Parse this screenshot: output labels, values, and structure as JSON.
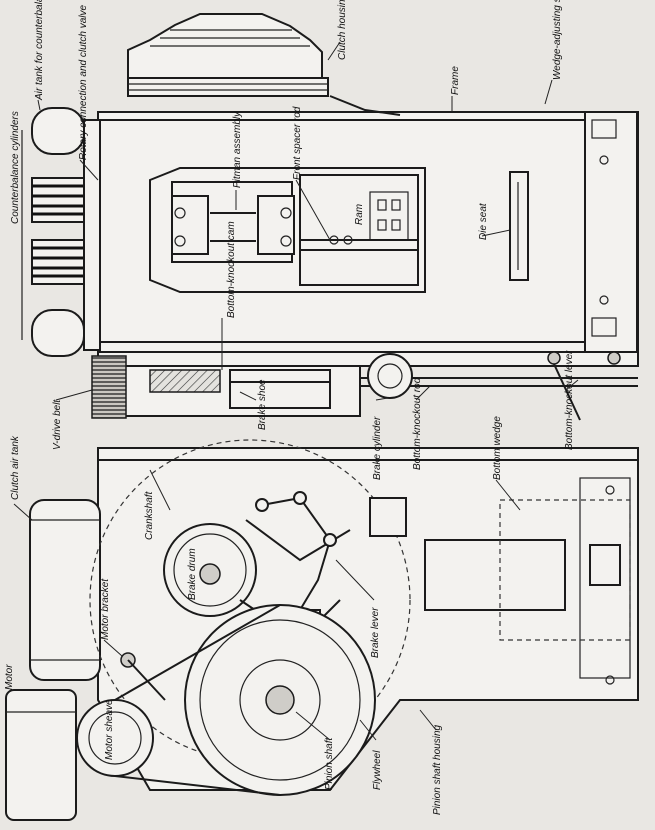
{
  "labels": {
    "clutch_housing": "Clutch housing",
    "frame": "Frame",
    "wedge_adjusting_screw": "Wedge-adjusting screw",
    "air_tank_counterbalance": "Air tank for counterbalance cylinders",
    "rotary_connection": "Rotary connection and clutch valve",
    "counterbalance_cylinders": "Counterbalance cylinders",
    "pitman_assembly": "Pitman assembly",
    "front_spacer_rod": "Front spacer rod",
    "ram": "Ram",
    "die_seat": "Die seat",
    "bottom_knockout_cam": "Bottom-knockout cam",
    "v_drive_belt": "V-drive belt",
    "brake_shoe": "Brake shoe",
    "brake_cylinder": "Brake cylinder",
    "bottom_knockout_rod": "Bottom-knockout rod",
    "bottom_wedge": "Bottom wedge",
    "bottom_knockout_lever": "Bottom-knockout lever",
    "clutch_air_tank": "Clutch air tank",
    "crankshaft": "Crankshaft",
    "brake_drum": "Brake drum",
    "motor_bracket": "Motor bracket",
    "brake_lever": "Brake lever",
    "motor": "Motor",
    "motor_sheave": "Motor sheave",
    "pinion_shaft": "Pinion shaft",
    "flywheel": "Flywheel",
    "pinion_shaft_housing": "Pinion shaft housing"
  }
}
